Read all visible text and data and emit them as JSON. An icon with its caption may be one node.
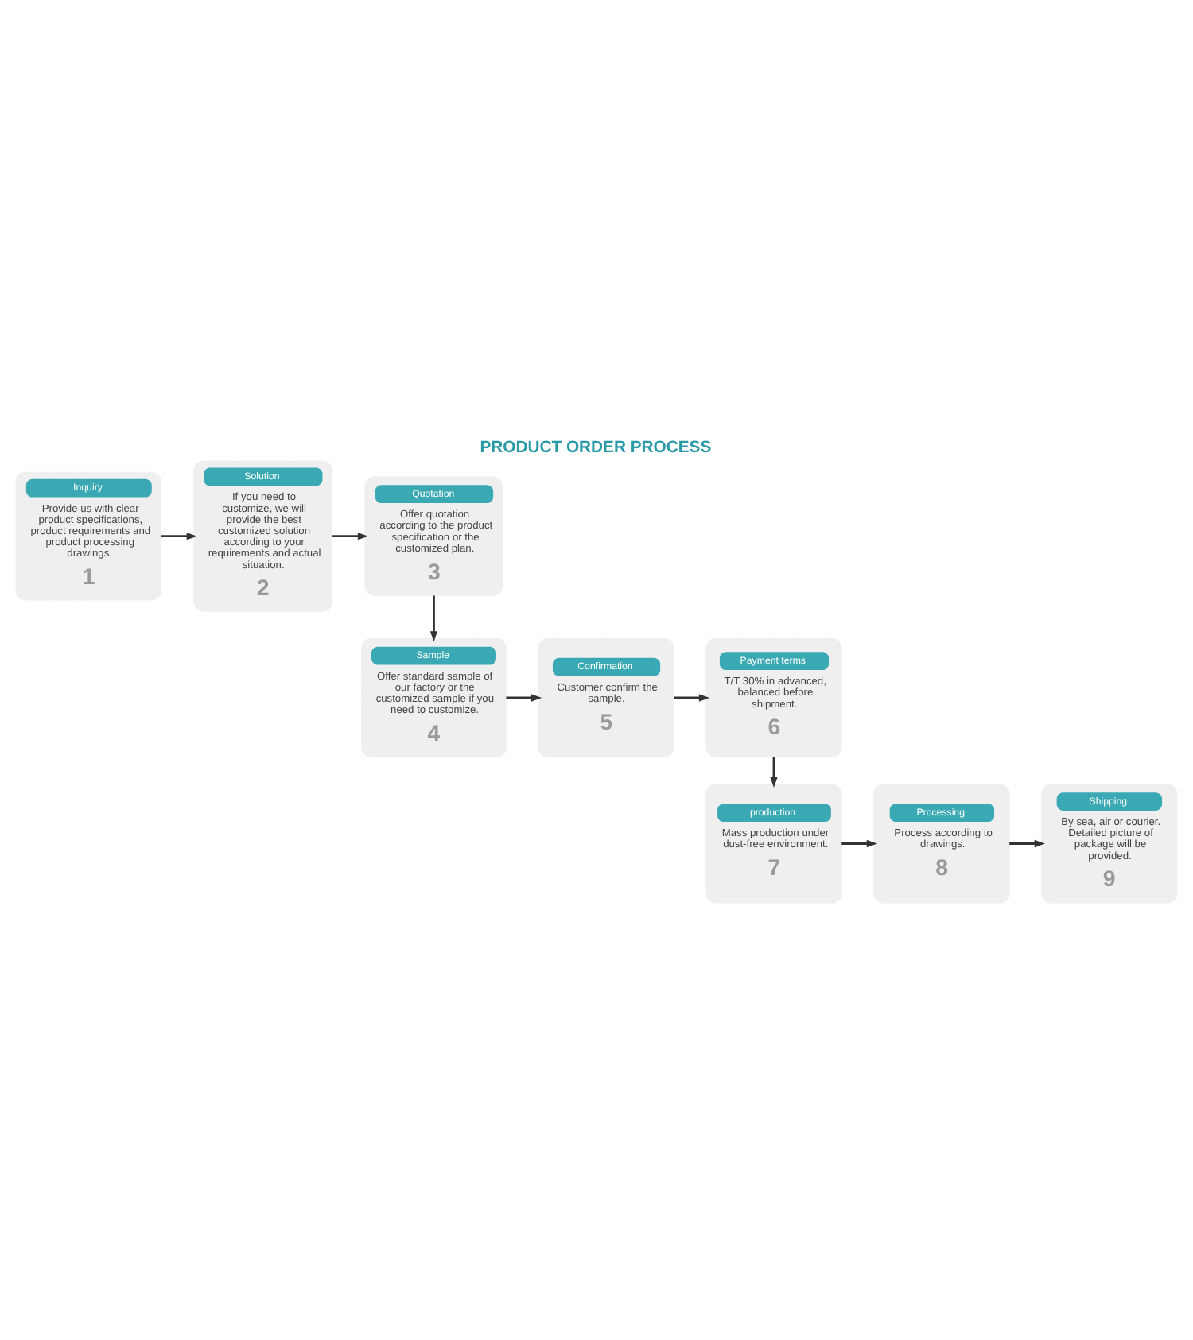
{
  "diagram": {
    "title": "PRODUCT ORDER PROCESS",
    "nodes": [
      {
        "text": [
          "Inquiry",
          "Provide us with clear product specifications, product requirements and product processing drawings.",
          "1"
        ]
      },
      {
        "text": [
          "Solution",
          "If you need to customize, we will provide the best customized solution according to your requirements and actual situation.",
          "2"
        ]
      },
      {
        "text": [
          "Quotation",
          "Offer quotation according to the product specification or the customized plan.",
          "3"
        ]
      },
      {
        "text": [
          "Payment terms",
          "T/T 30% in advanced, balanced before shipment.",
          "6"
        ]
      },
      {
        "text": [
          "Confirmation",
          "Customer confirm the sample.",
          "5"
        ]
      },
      {
        "text": [
          "Sample",
          "Offer standard sample of our factory or the customized sample if you need to customize.",
          "4"
        ]
      },
      {
        "text": [
          "production",
          "Mass production under dust-free environment.",
          "7"
        ]
      },
      {
        "text": [
          "Processing",
          "Process according to drawings.",
          "8"
        ]
      },
      {
        "text": [
          "Shipping",
          "By sea, air or courier. Detailed picture of package will be provided.",
          "9"
        ]
      }
    ],
    "edges": [
      {
        "from": 0,
        "to": 1,
        "arrow": "to"
      },
      {
        "from": 1,
        "to": 2,
        "arrow": "to"
      },
      {
        "from": 2,
        "to": 5,
        "arrow": "to"
      },
      {
        "from": 5,
        "to": 4,
        "arrow": "to"
      },
      {
        "from": 4,
        "to": 3,
        "arrow": "to"
      },
      {
        "from": 3,
        "to": 6,
        "arrow": "to"
      },
      {
        "from": 6,
        "to": 7,
        "arrow": "to"
      },
      {
        "from": 7,
        "to": 8,
        "arrow": "to"
      }
    ]
  }
}
